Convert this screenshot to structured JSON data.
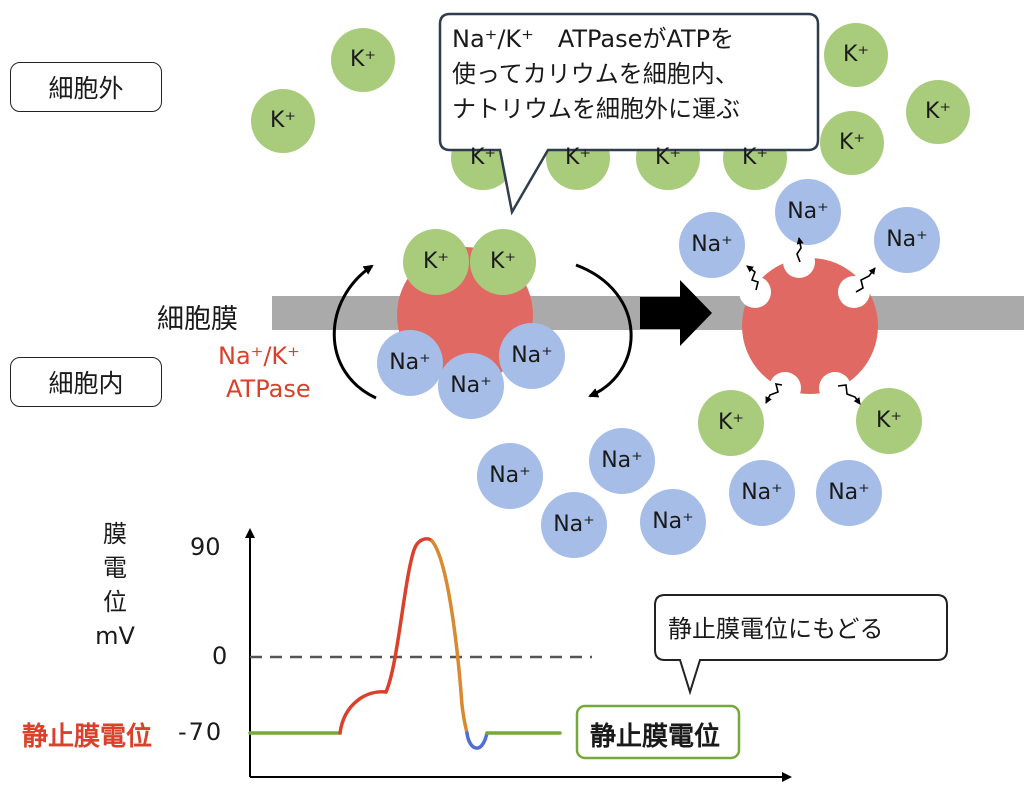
{
  "regions": {
    "outside": "細胞外",
    "inside": "細胞内",
    "membrane": "細胞膜"
  },
  "pump": {
    "name_line1": "Na⁺/K⁺",
    "name_line2": "ATPase"
  },
  "ions": {
    "k": "K⁺",
    "na": "Na⁺"
  },
  "callout_top": {
    "line1": "Na⁺/K⁺　ATPaseがATPを",
    "line2": "使ってカリウムを細胞内、",
    "line3": "ナトリウムを細胞外に運ぶ"
  },
  "callout_graph": "静止膜電位にもどる",
  "graph": {
    "ylabel_chars": [
      "膜",
      "電",
      "位"
    ],
    "ylabel_unit": "mV",
    "tick_top": "90",
    "tick_zero": "0",
    "tick_rest": "-70",
    "rest_label": "静止膜電位",
    "rest_box_label": "静止膜電位"
  },
  "colors": {
    "k_ion": "#a9cc7c",
    "na_ion": "#a6bde8",
    "pump": "#e06a63",
    "membrane": "#aaaaaa",
    "rest_line": "#77a83a",
    "depolarize": "#d9412b",
    "repolarize": "#d9892e",
    "hyperpolarize": "#4f6fd6"
  }
}
